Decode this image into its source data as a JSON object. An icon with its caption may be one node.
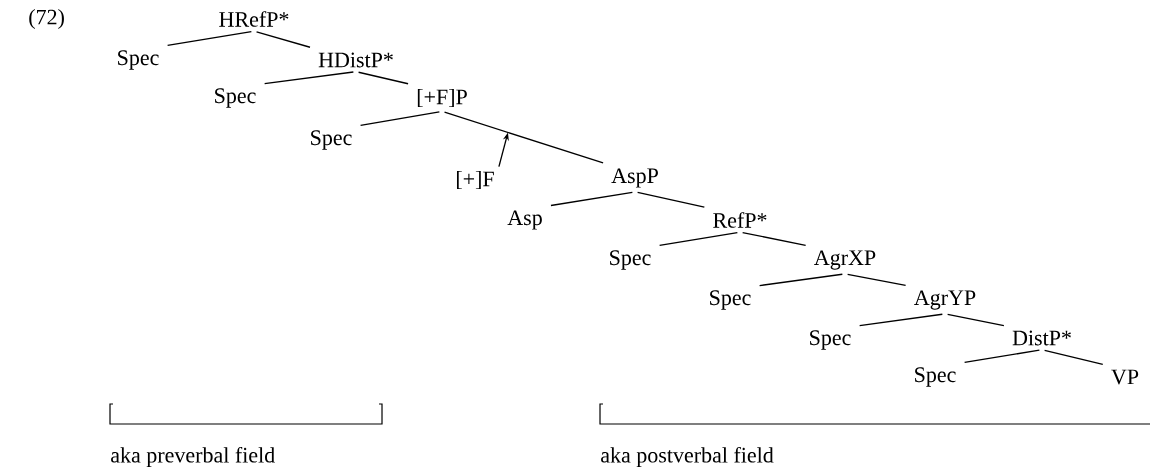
{
  "diagram": {
    "nodes": [
      {
        "text": [
          "HRefP*"
        ]
      },
      {
        "text": [
          "Spec"
        ]
      },
      {
        "text": [
          "HDistP*"
        ]
      },
      {
        "text": [
          "Spec"
        ]
      },
      {
        "text": [
          "[+F]P"
        ]
      },
      {
        "text": [
          "Spec"
        ]
      },
      {
        "text": [
          "[+]F"
        ]
      },
      {
        "text": [
          "AspP"
        ]
      },
      {
        "text": [
          "Asp"
        ]
      },
      {
        "text": [
          "RefP*"
        ]
      },
      {
        "text": [
          "Spec"
        ]
      },
      {
        "text": [
          "AgrXP"
        ]
      },
      {
        "text": [
          "Spec"
        ]
      },
      {
        "text": [
          "AgrYP"
        ]
      },
      {
        "text": [
          "Spec"
        ]
      },
      {
        "text": [
          "DistP*"
        ]
      },
      {
        "text": [
          "Spec"
        ]
      },
      {
        "text": [
          "VP"
        ]
      }
    ],
    "edges": [
      {
        "from": 0,
        "to": 1,
        "arrow": "none"
      },
      {
        "from": 0,
        "to": 2,
        "arrow": "none"
      },
      {
        "from": 2,
        "to": 3,
        "arrow": "none"
      },
      {
        "from": 2,
        "to": 4,
        "arrow": "none"
      },
      {
        "from": 4,
        "to": 5,
        "arrow": "none"
      },
      {
        "from": 4,
        "to": 7,
        "arrow": "none"
      },
      {
        "from": 6,
        "to": null,
        "arrow": "to"
      },
      {
        "from": 7,
        "to": 8,
        "arrow": "none"
      },
      {
        "from": 7,
        "to": 9,
        "arrow": "none"
      },
      {
        "from": 9,
        "to": 10,
        "arrow": "none"
      },
      {
        "from": 9,
        "to": 11,
        "arrow": "none"
      },
      {
        "from": 11,
        "to": 12,
        "arrow": "none"
      },
      {
        "from": 11,
        "to": 13,
        "arrow": "none"
      },
      {
        "from": 13,
        "to": 14,
        "arrow": "none"
      },
      {
        "from": 13,
        "to": 15,
        "arrow": "none"
      },
      {
        "from": 15,
        "to": 16,
        "arrow": "none"
      },
      {
        "from": 15,
        "to": 17,
        "arrow": "none"
      }
    ],
    "labels": [
      "(72)",
      "aka preverbal field",
      "aka postverbal field"
    ]
  }
}
